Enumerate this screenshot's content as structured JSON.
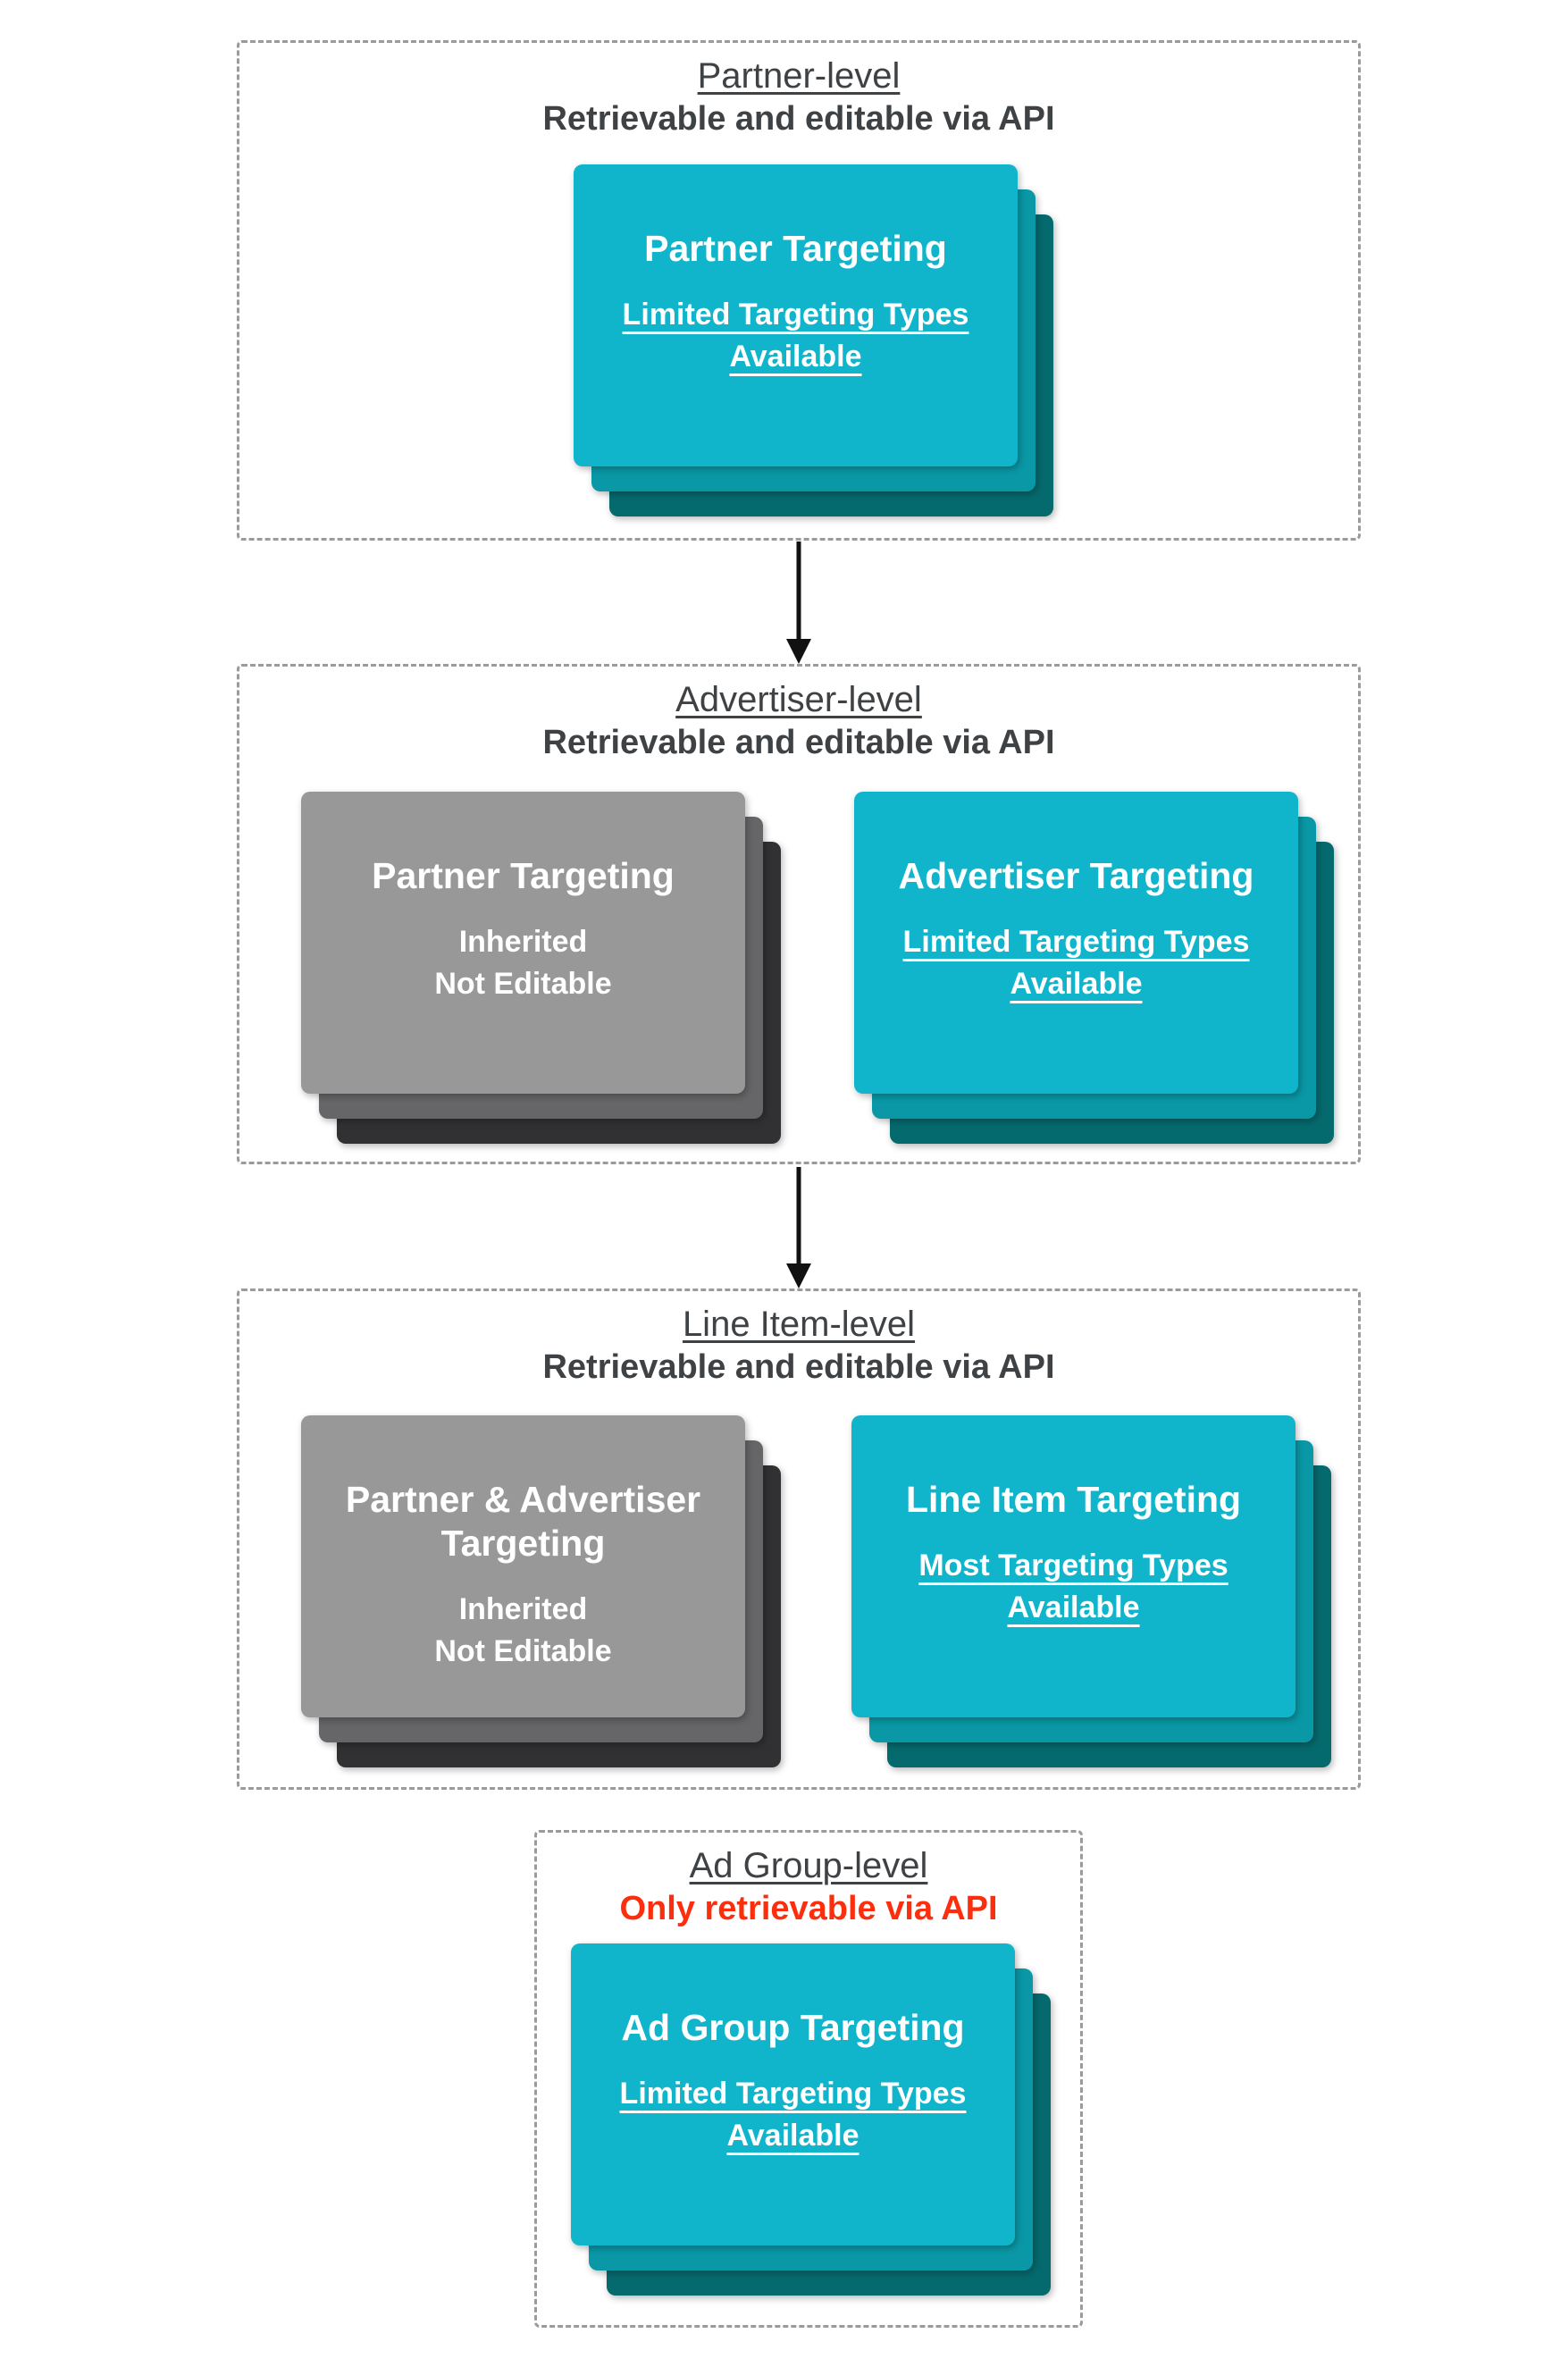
{
  "diagram": {
    "background": "#ffffff",
    "colors": {
      "teal_card_front": "#10b5cb",
      "teal_card_mid": "#0a98a6",
      "teal_card_back": "#056a6e",
      "gray_card_front": "#989898",
      "gray_card_mid": "#666668",
      "gray_card_back": "#313133",
      "heading_text": "#3f4245",
      "alert_subtitle_text": "#fb2e0e",
      "card_text": "#ffffff",
      "dashed_border": "#9b9b9b",
      "arrow": "#111111"
    },
    "sections": [
      {
        "title": "Partner-level",
        "subtitle": "Retrievable and editable via API",
        "cards": [
          {
            "variant": "teal",
            "title_lines": [
              "Partner Targeting"
            ],
            "note_lines": [
              "Limited Targeting Types",
              "Available"
            ]
          }
        ]
      },
      {
        "title": "Advertiser-level",
        "subtitle": "Retrievable and editable via API",
        "cards": [
          {
            "variant": "gray",
            "title_lines": [
              "Partner Targeting"
            ],
            "note_lines": [
              "Inherited",
              "Not Editable"
            ]
          },
          {
            "variant": "teal",
            "title_lines": [
              "Advertiser Targeting"
            ],
            "note_lines": [
              "Limited Targeting Types",
              "Available"
            ]
          }
        ]
      },
      {
        "title": "Line Item-level",
        "subtitle": "Retrievable and editable via API",
        "cards": [
          {
            "variant": "gray",
            "title_lines": [
              "Partner & Advertiser",
              "Targeting"
            ],
            "note_lines": [
              "Inherited",
              "Not Editable"
            ]
          },
          {
            "variant": "teal",
            "title_lines": [
              "Line Item Targeting"
            ],
            "note_lines": [
              "Most Targeting Types",
              "Available"
            ]
          }
        ]
      },
      {
        "title": "Ad Group-level",
        "subtitle": "Only retrievable via API",
        "cards": [
          {
            "variant": "teal",
            "title_lines": [
              "Ad Group Targeting"
            ],
            "note_lines": [
              "Limited Targeting Types",
              "Available"
            ]
          }
        ]
      }
    ]
  }
}
